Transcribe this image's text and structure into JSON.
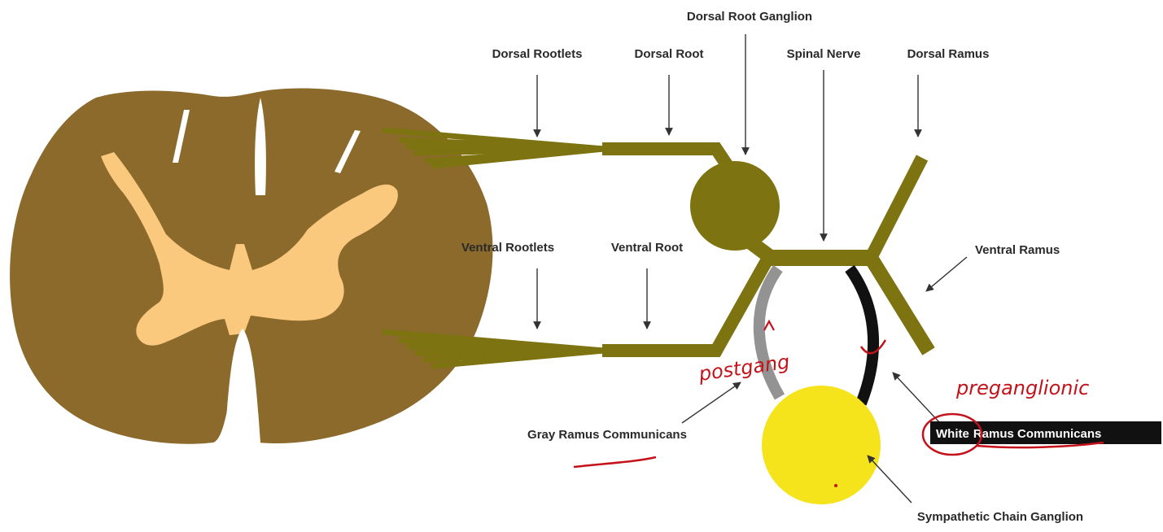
{
  "diagram": {
    "labels": {
      "dorsal_root_ganglion": "Dorsal Root Ganglion",
      "dorsal_rootlets": "Dorsal Rootlets",
      "dorsal_root": "Dorsal Root",
      "spinal_nerve": "Spinal Nerve",
      "dorsal_ramus": "Dorsal Ramus",
      "ventral_rootlets": "Ventral Rootlets",
      "ventral_root": "Ventral Root",
      "ventral_ramus": "Ventral Ramus",
      "gray_ramus_communicans": "Gray Ramus Communicans",
      "white_ramus_white": "White",
      "white_ramus_rest": "Ramus Communicans",
      "sympathetic_chain_ganglion": "Sympathetic Chain Ganglion"
    },
    "annotations": {
      "postganglionic": "postgang",
      "preganglionic": "preganglionic"
    },
    "colors": {
      "cord_white_matter": "#8b6a2c",
      "cord_gray_matter": "#fbc97e",
      "nerve": "#7d7310",
      "ganglion": "#7d7310",
      "gray_ramus": "#939393",
      "white_ramus": "#111111",
      "sympathetic_ganglion": "#f5e31c",
      "pen_ink": "#c4121a"
    }
  }
}
